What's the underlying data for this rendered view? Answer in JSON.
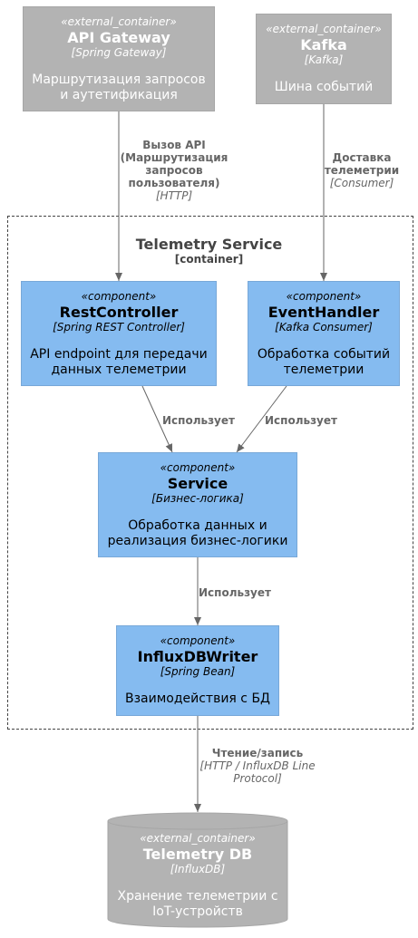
{
  "nodes": {
    "api_gateway": {
      "stereotype": "«external_container»",
      "name": "API Gateway",
      "tech": "[Spring Gateway]",
      "desc": "Маршрутизация запросов\nи аутетификация"
    },
    "kafka": {
      "stereotype": "«external_container»",
      "name": "Kafka",
      "tech": "[Kafka]",
      "desc": "Шина событий"
    },
    "rest_controller": {
      "stereotype": "«component»",
      "name": "RestController",
      "tech": "[Spring REST Controller]",
      "desc": "API endpoint для передачи\nданных телеметрии"
    },
    "event_handler": {
      "stereotype": "«component»",
      "name": "EventHandler",
      "tech": "[Kafka Consumer]",
      "desc": "Обработка событий\nтелеметрии"
    },
    "service": {
      "stereotype": "«component»",
      "name": "Service",
      "tech": "[Бизнес-логика]",
      "desc": "Обработка данных и\nреализация бизнес-логики"
    },
    "influx_writer": {
      "stereotype": "«component»",
      "name": "InfluxDBWriter",
      "tech": "[Spring Bean]",
      "desc": "Взаимодействия с БД"
    },
    "telemetry_db": {
      "stereotype": "«external_container»",
      "name": "Telemetry DB",
      "tech": "[InfluxDB]",
      "desc": "Хранение телеметрии с\nIoT-устройств"
    }
  },
  "boundary": {
    "title": "Telemetry Service",
    "type": "[container]"
  },
  "edges": {
    "api_to_rest": {
      "label": "Вызов API\n(Маршрутизация\nзапросов\nпользователя)",
      "tech": "[HTTP]"
    },
    "kafka_to_event": {
      "label": "Доставка\nтелеметрии",
      "tech": "[Consumer]"
    },
    "rest_to_service": {
      "label": "Использует"
    },
    "event_to_service": {
      "label": "Использует"
    },
    "service_to_writer": {
      "label": "Использует"
    },
    "writer_to_db": {
      "label": "Чтение/запись",
      "tech": "[HTTP / InfluxDB Line\nProtocol]"
    }
  },
  "colors": {
    "external": "#b3b3b3",
    "component": "#85bbf0",
    "edge": "#666666",
    "boundary": "#444444"
  }
}
